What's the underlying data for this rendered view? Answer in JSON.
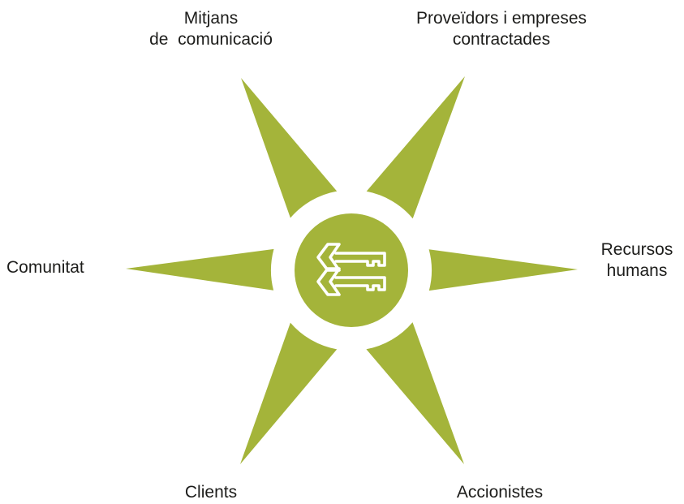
{
  "diagram": {
    "colors": {
      "accent": "#a4b43a",
      "center_circle": "#a4b43a",
      "key_icon_stroke": "#ffffff",
      "text": "#1d1d1b"
    },
    "center_icon": "keys-icon",
    "stakeholders": [
      {
        "id": "mitjans",
        "lines": [
          "Mitjans",
          "de  comunicació"
        ]
      },
      {
        "id": "proveidors",
        "lines": [
          "Proveïdors i empreses",
          "contractades"
        ]
      },
      {
        "id": "recursos",
        "lines": [
          "Recursos",
          "humans"
        ]
      },
      {
        "id": "comunitat",
        "lines": [
          "Comunitat"
        ]
      },
      {
        "id": "clients",
        "lines": [
          "Clients"
        ]
      },
      {
        "id": "accionistes",
        "lines": [
          "Accionistes"
        ]
      }
    ]
  }
}
